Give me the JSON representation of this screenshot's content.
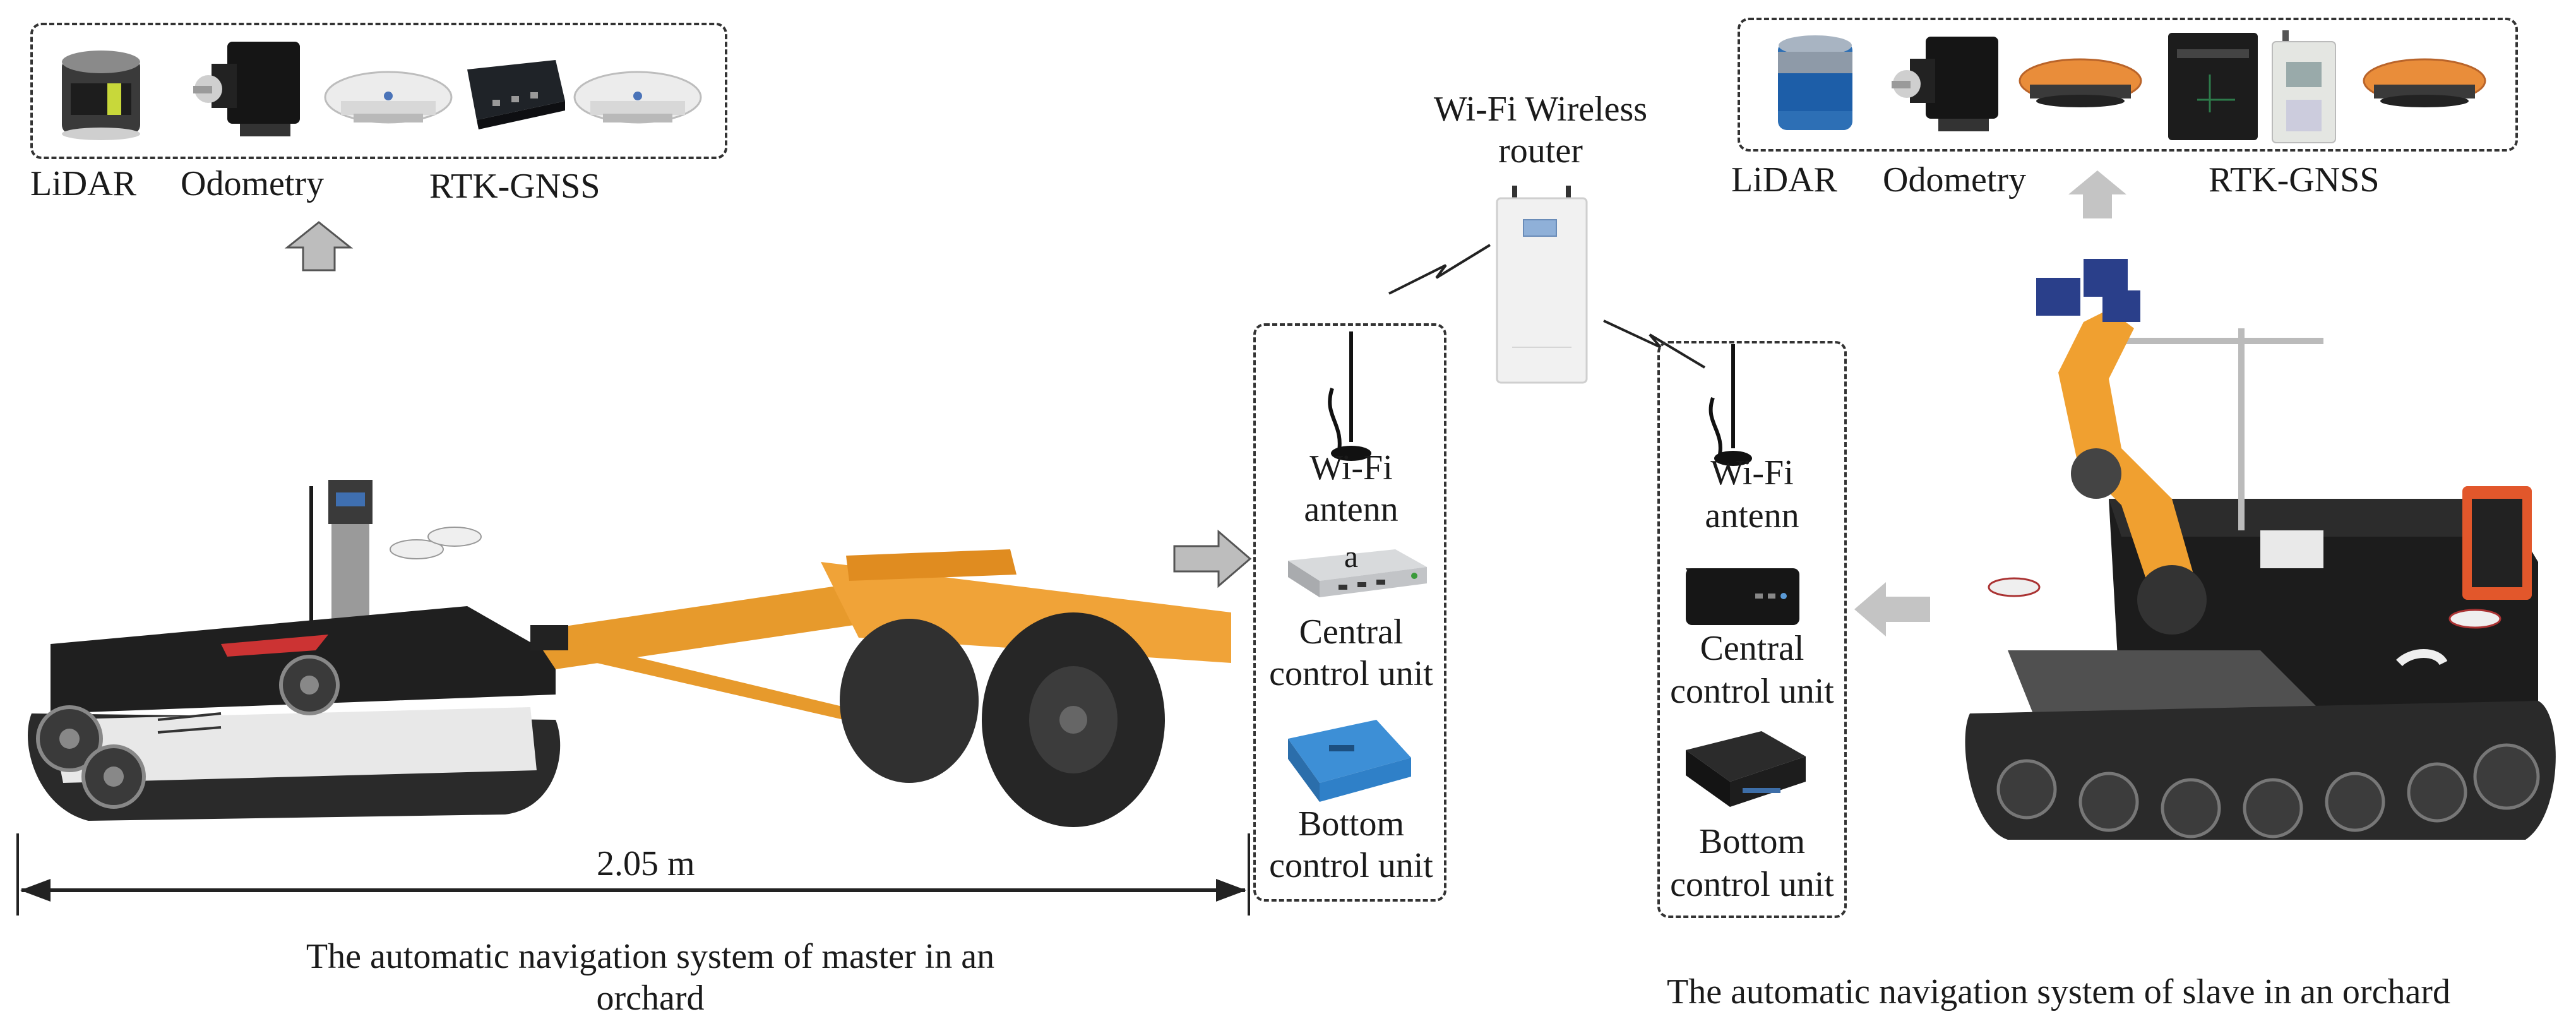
{
  "master": {
    "sensors": {
      "lidar": "LiDAR",
      "odometry": "Odometry",
      "rtk": "RTK-GNSS"
    },
    "wifi_antenna": [
      "Wi-Fi",
      "antenn",
      "a"
    ],
    "central": [
      "Central",
      "control unit"
    ],
    "bottom": [
      "Bottom",
      "control unit"
    ],
    "dimension": "2.05 m",
    "caption": [
      "The automatic navigation system of master in an",
      "orchard"
    ]
  },
  "router": {
    "title": [
      "Wi-Fi Wireless",
      "router"
    ]
  },
  "slave": {
    "sensors": {
      "lidar": "LiDAR",
      "odometry": "Odometry",
      "rtk": "RTK-GNSS"
    },
    "wifi_antenna": [
      "Wi-Fi",
      "antenn"
    ],
    "central": [
      "Central",
      "control unit"
    ],
    "bottom": [
      "Bottom",
      "control unit"
    ],
    "caption": "The automatic navigation system of slave in an orchard"
  },
  "colors": {
    "frame": "#333333",
    "arrow": "#bdbdbd",
    "robot_orange": "#f0a030",
    "tracks": "#2a2a2a",
    "router": "#f1f1f1",
    "blue_device": "#2f80c8"
  },
  "icons": [
    "lidar-icon",
    "servo-motor-icon",
    "gnss-antenna-icon",
    "rtk-receiver-icon",
    "wifi-antenna-icon",
    "mini-pc-icon",
    "controller-board-icon",
    "router-icon",
    "wireless-signal-icon"
  ]
}
